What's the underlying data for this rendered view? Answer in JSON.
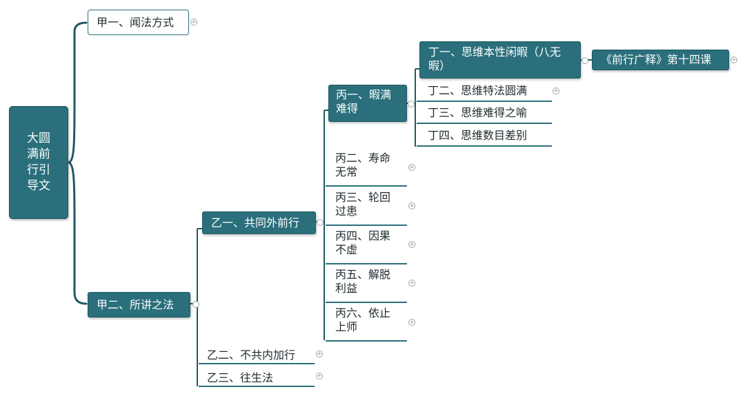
{
  "root": {
    "label": "大圆满前行引导文"
  },
  "jia1": {
    "label": "甲一、闻法方式"
  },
  "jia2": {
    "label": "甲二、所讲之法"
  },
  "yi1": {
    "label": "乙一、共同外前行"
  },
  "yi2": {
    "label": "乙二、不共内加行"
  },
  "yi3": {
    "label": "乙三、往生法"
  },
  "bing": [
    {
      "label": "丙一、暇满难得"
    },
    {
      "label": "丙二、寿命无常"
    },
    {
      "label": "丙三、轮回过患"
    },
    {
      "label": "丙四、因果不虚"
    },
    {
      "label": "丙五、解脱利益"
    },
    {
      "label": "丙六、依止上师"
    }
  ],
  "ding": [
    {
      "label": "丁一、思维本性闲暇（八无暇）"
    },
    {
      "label": "丁二、思维特法圆满"
    },
    {
      "label": "丁三、思维难得之喻"
    },
    {
      "label": "丁四、思维数目差别"
    }
  ],
  "note": {
    "label": "《前行广释》第十四课"
  },
  "colors": {
    "accent": "#2a6f7b",
    "line": "#1f5a64"
  }
}
